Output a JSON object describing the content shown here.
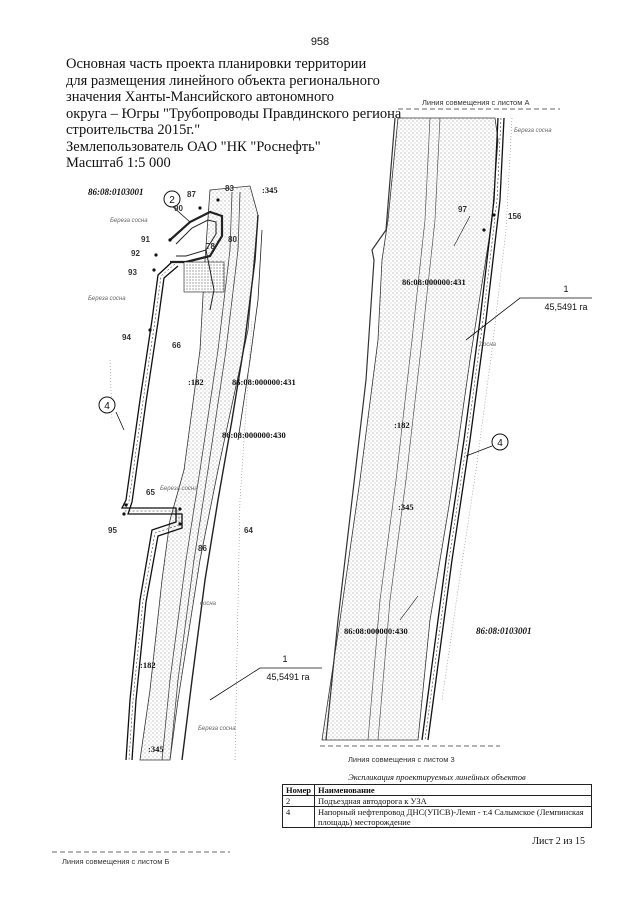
{
  "page_number": "958",
  "title_lines": [
    "Основная часть проекта планировки территории",
    "для размещения линейного объекта регионального",
    "значения Ханты-Мансийского автономного",
    "округа – Югры \"Трубопроводы Правдинского региона",
    "строительства 2015г.\"",
    "Землепользователь ОАО \"НК \"Роснефть\"",
    "Масштаб 1:5 000"
  ],
  "match_lines": {
    "sheet_a": "Линия совмещения с листом А",
    "sheet_3": "Линия совмещения с листом 3",
    "sheet_b": "Линия совмещения с листом Б"
  },
  "map_labels": {
    "cadastral_left": "86:08:0103001",
    "cadastral_right": "86:08:0103001",
    "q431_left": "86:08:000000:431",
    "q430_left": "86:08:000000:430",
    "q431_right": "86:08:000000:431",
    "q430_right": "86:08:000000:430",
    "lot345_top": ":345",
    "lot182_left": ":182",
    "lot182_bottom": ":182",
    "lot345_bottom": ":345",
    "lot182_right": ":182",
    "lot345_right": ":345"
  },
  "callouts": {
    "left_1_num": "1",
    "left_1_area": "45,5491 га",
    "right_1_num": "1",
    "right_1_area": "45,5491 га",
    "circle_2": "2",
    "circle_4_left": "4",
    "circle_4_right": "4"
  },
  "points": {
    "p87": "87",
    "p83": "83",
    "p90": "90",
    "p91": "91",
    "p92": "92",
    "p93": "93",
    "p94": "94",
    "p66": "66",
    "p65": "65",
    "p64": "64",
    "p95": "95",
    "p86": "86",
    "p80": "80",
    "p78": "78",
    "p97": "97",
    "p156": "156"
  },
  "forest_notes": {
    "n1": "Береза сосна",
    "n2": "Береза сосна",
    "n3": "Береза сосна",
    "n4": "сосна",
    "n5": "Береза сосна",
    "n6": "Береза сосна",
    "n7": "сосна"
  },
  "legend": {
    "caption": "Экспликация проектируемых линейных объектов",
    "headers": [
      "Номер",
      "Наименование"
    ],
    "rows": [
      {
        "num": "2",
        "name": "Подъездная автодорога к УЗА"
      },
      {
        "num": "4",
        "name": "Напорный нефтепровод ДНС(УПСВ)-Лемп - т.4 Салымское (Лемпинская площадь) месторождение"
      }
    ]
  },
  "sheet_info": "Лист 2 из 15"
}
